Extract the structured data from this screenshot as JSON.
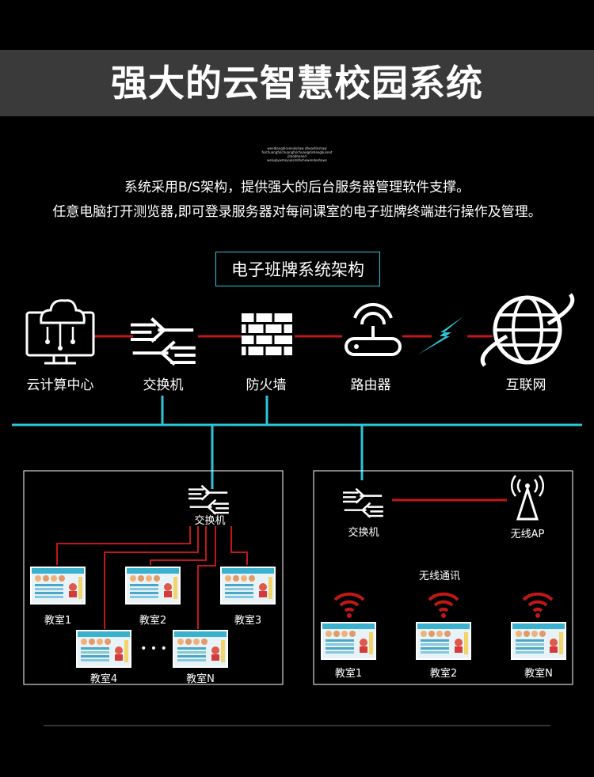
{
  "title": "强大的云智慧校园系统",
  "tagline_small": [
    "weelbangdisseniekhaw dheadlinshaw",
    "fulchuangfulchuangfulchuangdisheogbusnet",
    "jitaobheand",
    "weluplywmeyuksmllhshewendeshaws"
  ],
  "intro": [
    "系统采用B/S架构，提供强大的后台服务器管理软件支撑。",
    "任意电脑打开测览器,即可登录服务器对每间课室的电子班牌终端进行操作及管理。"
  ],
  "architecture_title": "电子班牌系统架构",
  "top_nodes": [
    "云计算中心",
    "交换机",
    "防火墙",
    "路由器",
    "互联网"
  ],
  "left_panel": {
    "switch_label": "交换机",
    "rooms": [
      "教室1",
      "教室2",
      "教室3",
      "教室4",
      "教室N"
    ],
    "ellipsis": "• • •"
  },
  "right_panel": {
    "switch_label": "交换机",
    "ap_label": "无线AP",
    "wireless_label": "无线通讯",
    "rooms": [
      "教室1",
      "教室2",
      "教室N"
    ]
  },
  "colors": {
    "accent": "#2fc4d6",
    "link": "#c01818",
    "banner": "#3a3a3a"
  }
}
